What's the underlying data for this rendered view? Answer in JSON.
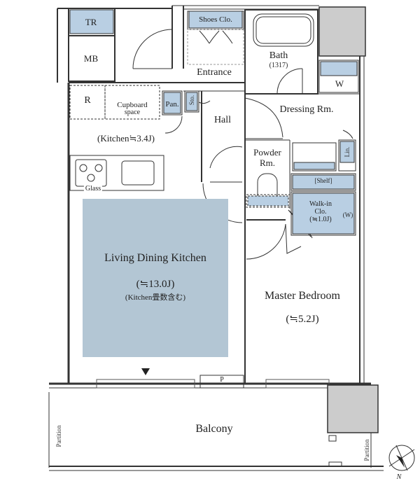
{
  "rooms": {
    "tr": "TR",
    "mb": "MB",
    "shoes": "Shoes Clo.",
    "bath": "Bath",
    "bath_size": "(1317)",
    "w": "W",
    "entrance": "Entrance",
    "r": "R",
    "cupboard_1": "Cupboard",
    "cupboard_2": "space",
    "pan": "Pan.",
    "sto": "Sto.",
    "hall": "Hall",
    "dressing": "Dressing Rm.",
    "kitchen": "(Kitchen≒3.4J)",
    "powder_1": "Powder",
    "powder_2": "Rm.",
    "lin": "Lin.",
    "glass": "Glass",
    "shelf": "[Shelf]",
    "walkin_1": "Walk-in",
    "walkin_2": "Clo.",
    "walkin_3": "(≒1.0J)",
    "walkin_w": "(W)",
    "ldk": "Living Dining Kitchen",
    "ldk_size": "(≒13.0J)",
    "ldk_note": "(Kitchen畳数含む)",
    "master": "Master Bedroom",
    "master_size": "(≒5.2J)",
    "p": "P",
    "balcony": "Balcony",
    "partition": "Partition",
    "north": "N"
  },
  "colors": {
    "wall": "#333333",
    "storage": "#b9cfe3",
    "ldk_fill": "#b3c6d4",
    "column": "#cccccc"
  }
}
